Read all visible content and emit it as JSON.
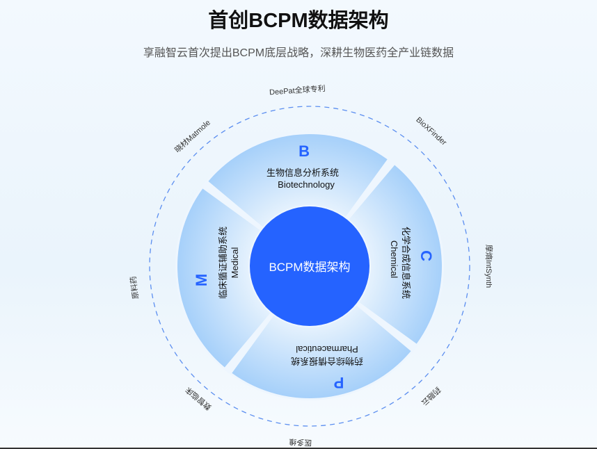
{
  "header": {
    "title": "首创BCPM数据架构",
    "subtitle": "享融智云首次提出BCPM底层战略，深耕生物医药全产业链数据"
  },
  "center": {
    "label": "BCPM数据架构"
  },
  "segments": [
    {
      "letter": "B",
      "cn": "生物信息分析系统",
      "en": "Biotechnology"
    },
    {
      "letter": "C",
      "cn": "化学合成信息系统",
      "en": "Chemical"
    },
    {
      "letter": "P",
      "cn": "药物综合情报系统",
      "en": "Pharmaceutical"
    },
    {
      "letter": "M",
      "cn": "临床循证辅助系统",
      "en": "Medical"
    }
  ],
  "products": [
    "DeePat全球专利",
    "BioXFinder",
    "摩熵IntSynth",
    "药融云",
    "医多维",
    "数智临床",
    "原料药",
    "晓材Matmole"
  ],
  "colors": {
    "accent": "#2563ff",
    "ring": "#a9d3fb",
    "dashed": "#5b8ef0"
  }
}
